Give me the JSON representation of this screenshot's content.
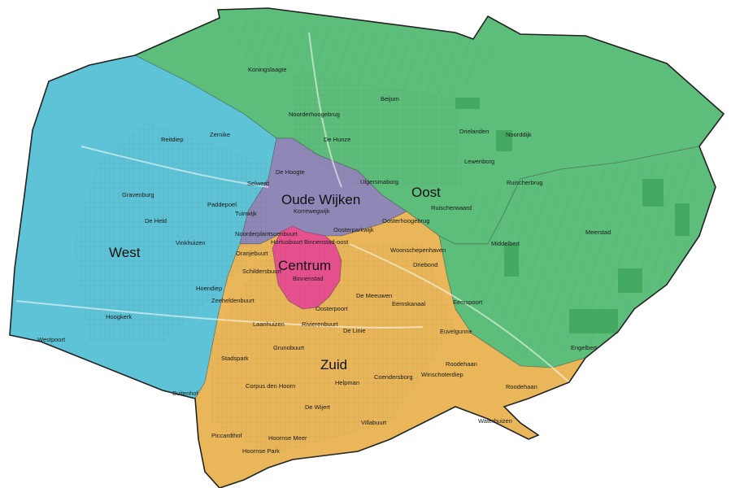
{
  "colors": {
    "west": "#5ec3d6",
    "oost": "#5dbd7a",
    "zuid": "#e9b75a",
    "oude_wijken": "#8f88b6",
    "centrum": "#e8518f",
    "outline": "#222222"
  },
  "districts": [
    {
      "id": "west",
      "label": "West"
    },
    {
      "id": "oost",
      "label": "Oost"
    },
    {
      "id": "zuid",
      "label": "Zuid"
    },
    {
      "id": "oude-wijken",
      "label": "Oude Wijken"
    },
    {
      "id": "centrum",
      "label": "Centrum"
    }
  ],
  "neighbourhoods": [
    {
      "id": "koningslaagte",
      "label": "Koningslaagte"
    },
    {
      "id": "noorderhoogebrug",
      "label": "Noorderhoogebrug"
    },
    {
      "id": "beijum",
      "label": "Beijum"
    },
    {
      "id": "de-hunze",
      "label": "De Hunze"
    },
    {
      "id": "drielanden",
      "label": "Drielanden"
    },
    {
      "id": "noorddijk",
      "label": "Noorddijk"
    },
    {
      "id": "lewenborg",
      "label": "Lewenborg"
    },
    {
      "id": "ruischerbrug",
      "label": "Ruischerbrug"
    },
    {
      "id": "ulgersmaborg",
      "label": "Ulgersmaborg"
    },
    {
      "id": "ruischerwaard",
      "label": "Ruischerwaard"
    },
    {
      "id": "oosterhoogebrug",
      "label": "Oosterhoogebrug"
    },
    {
      "id": "meerstad",
      "label": "Meerstad"
    },
    {
      "id": "middelbert",
      "label": "Middelbert"
    },
    {
      "id": "engelbert",
      "label": "Engelbert"
    },
    {
      "id": "reitdiep",
      "label": "Reitdiep"
    },
    {
      "id": "zernike",
      "label": "Zernike"
    },
    {
      "id": "gravenburg",
      "label": "Gravenburg"
    },
    {
      "id": "paddepoel",
      "label": "Paddepoel"
    },
    {
      "id": "de-held",
      "label": "De Held"
    },
    {
      "id": "tuinwijk",
      "label": "Tuinwijk"
    },
    {
      "id": "selwerd",
      "label": "Selwerd"
    },
    {
      "id": "de-hoogte",
      "label": "De Hoogte"
    },
    {
      "id": "korrewegwijk",
      "label": "Korrewegwijk"
    },
    {
      "id": "oosterparkwijk",
      "label": "Oosterparkwijk"
    },
    {
      "id": "noorderplantsoenbuurt",
      "label": "Noorderplantsoenbuurt"
    },
    {
      "id": "hortusbuurt",
      "label": "Hortusbuurt"
    },
    {
      "id": "binnenstad-oost",
      "label": "Binnenstad-oost"
    },
    {
      "id": "vinkhuizen",
      "label": "Vinkhuizen"
    },
    {
      "id": "oranjebuurt",
      "label": "Oranjebuurt"
    },
    {
      "id": "schildersbuurt",
      "label": "Schildersbuurt"
    },
    {
      "id": "binnenstad",
      "label": "Binnenstad"
    },
    {
      "id": "woonschepenhaven",
      "label": "Woonschepenhaven"
    },
    {
      "id": "driebond",
      "label": "Driebond"
    },
    {
      "id": "hoogkerk",
      "label": "Hoogkerk"
    },
    {
      "id": "hoendiep",
      "label": "Hoendiep"
    },
    {
      "id": "westpoort",
      "label": "Westpoort"
    },
    {
      "id": "zeeheldenbuurt",
      "label": "Zeeheldenbuurt"
    },
    {
      "id": "de-meeuwen",
      "label": "De Meeuwen"
    },
    {
      "id": "eemskanaal",
      "label": "Eemskanaal"
    },
    {
      "id": "eemspoort",
      "label": "Eemspoort"
    },
    {
      "id": "laanhuizen",
      "label": "Laanhuizen"
    },
    {
      "id": "oosterpoort",
      "label": "Oosterpoort"
    },
    {
      "id": "rivierenbuurt",
      "label": "Rivierenbuurt"
    },
    {
      "id": "de-linie",
      "label": "De Linie"
    },
    {
      "id": "euvelgunne",
      "label": "Euvelgunne"
    },
    {
      "id": "stadspark",
      "label": "Stadspark"
    },
    {
      "id": "grunobuurt",
      "label": "Grunobuurt"
    },
    {
      "id": "buitenhof",
      "label": "Buitenhof"
    },
    {
      "id": "corpus-den-hoorn",
      "label": "Corpus den Hoorn"
    },
    {
      "id": "helpman",
      "label": "Helpman"
    },
    {
      "id": "coendersborg",
      "label": "Coendersborg"
    },
    {
      "id": "winschoterdiep",
      "label": "Winschoterdiep"
    },
    {
      "id": "roodehaan",
      "label": "Roodehaan"
    },
    {
      "id": "de-wijert",
      "label": "De Wijert"
    },
    {
      "id": "villabuurt",
      "label": "Villabuurt"
    },
    {
      "id": "waterhuizen",
      "label": "Waterhuizen"
    },
    {
      "id": "piccardthof",
      "label": "Piccardthof"
    },
    {
      "id": "hoornse-meer",
      "label": "Hoornse Meer"
    },
    {
      "id": "hoornse-park",
      "label": "Hoornse Park"
    },
    {
      "id": "rodehaan-alt",
      "label": "Roodehaan"
    }
  ]
}
